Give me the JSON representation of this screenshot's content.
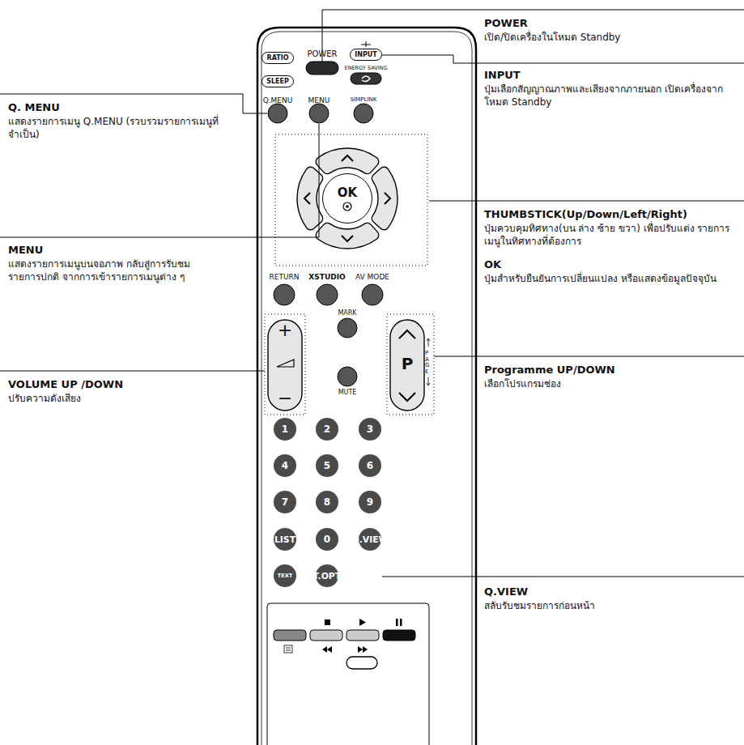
{
  "diagram": {
    "nodes": [
      {
        "text": [
          "RATIO"
        ]
      },
      {
        "text": [
          "INPUT"
        ]
      },
      {
        "text": [
          "SLEEP"
        ]
      },
      {
        "text": [
          "OK"
        ]
      },
      {
        "text": [
          "+",
          "−"
        ]
      },
      {
        "text": [
          "P",
          "PAGE"
        ]
      },
      {
        "text": [
          "1"
        ]
      },
      {
        "text": [
          "2"
        ]
      },
      {
        "text": [
          "3"
        ]
      },
      {
        "text": [
          "4"
        ]
      },
      {
        "text": [
          "5"
        ]
      },
      {
        "text": [
          "6"
        ]
      },
      {
        "text": [
          "7"
        ]
      },
      {
        "text": [
          "8"
        ]
      },
      {
        "text": [
          "9"
        ]
      },
      {
        "text": [
          "LIST"
        ]
      },
      {
        "text": [
          "0"
        ]
      },
      {
        "text": [
          "Q.VIEW"
        ]
      },
      {
        "text": [
          "TEXT"
        ]
      },
      {
        "text": [
          "T.OPT"
        ]
      }
    ],
    "labels": [
      "POWER",
      "POWER",
      "เปิด/ปิดเครื่องในโหมด Standby",
      "ENERGY SAVING",
      "INPUT",
      "ปุ่มเลือกสัญญาณภาพและเสียงจากภายนอก เปิดเครื่องจากโหมด Standby",
      "Q. MENU",
      "แสดงรายการเมนู Q.MENU (รวบรวมรายการเมนูที่จำเป็น)",
      "Q.MENU",
      "MENU",
      "SIMPLINK",
      "THUMBSTICK(Up/Down/Left/Right)",
      "ปุ่มควบคุมทิศทาง(บน ล่าง ซ้าย ขวา) เพื่อปรับแต่ง รายการเมนูในทิศทางที่ต้องการ",
      "MENU",
      "แสดงรายการเมนูบนจอภาพ กลับสู่การรับชมรายการปกติ จากการเข้ารายการเมนูต่าง ๆ",
      "OK",
      "ปุ่มสำหรับยืนยันการเปลี่ยนแปลง หรือแสดงข้อมูลปัจจุบัน",
      "RETURN",
      "XSTUDIO",
      "AV MODE",
      "MARK",
      "Programme UP/DOWN",
      "เลือกโปรแกรมช่อง",
      "VOLUME UP /DOWN",
      "ปรับความดังเสียง",
      "MUTE",
      "Q.VIEW",
      "สลับรับชมรายการก่อนหน้า"
    ]
  }
}
